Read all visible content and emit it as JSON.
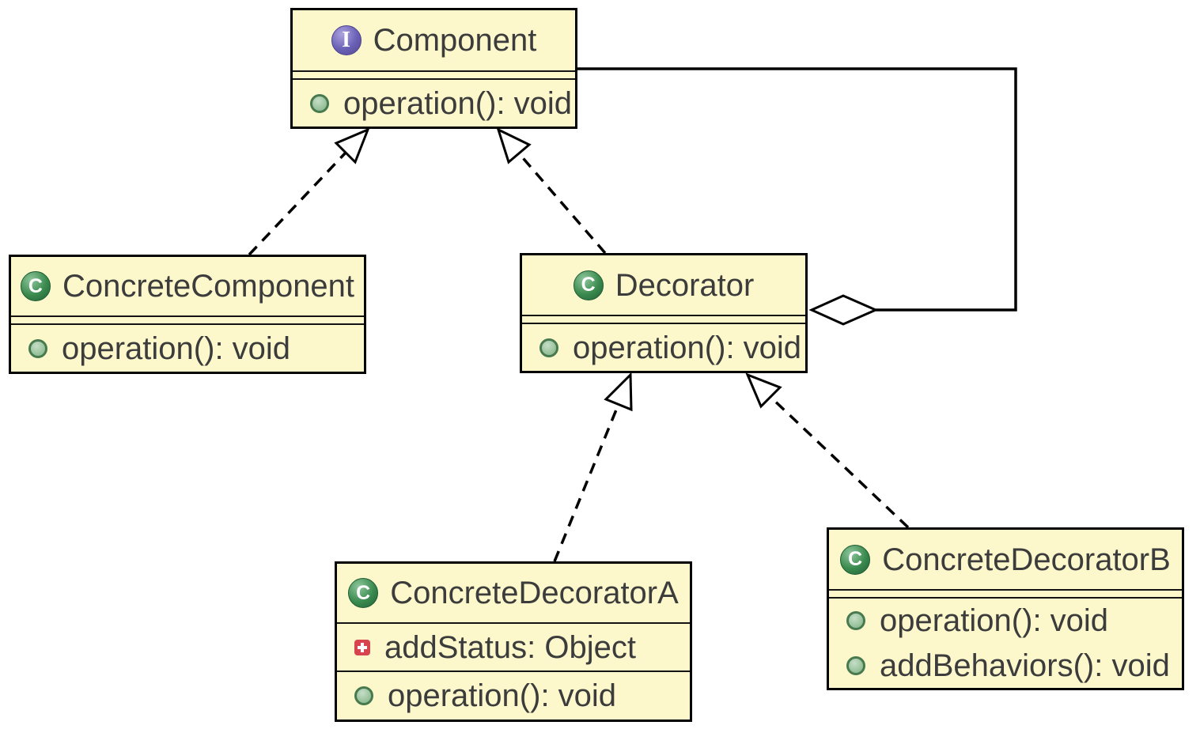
{
  "colors": {
    "box_fill": "#FCF8CB",
    "box_border": "#000000",
    "text": "#3C3C3C",
    "interface_icon": "#6A60B5",
    "class_icon": "#3A8A4E",
    "public_method_icon_fill": "#A9CDAB",
    "public_method_icon_border": "#48794F",
    "field_icon": "#D7444E",
    "relation_line": "#000000"
  },
  "classes": {
    "component": {
      "name": "Component",
      "stereotype": "interface",
      "icon_letter": "I",
      "fields": [],
      "methods": [
        {
          "visibility": "public",
          "text": "operation(): void"
        }
      ]
    },
    "concrete_component": {
      "name": "ConcreteComponent",
      "stereotype": "class",
      "icon_letter": "C",
      "fields": [],
      "methods": [
        {
          "visibility": "public",
          "text": "operation(): void"
        }
      ]
    },
    "decorator": {
      "name": "Decorator",
      "stereotype": "class",
      "icon_letter": "C",
      "fields": [],
      "methods": [
        {
          "visibility": "public",
          "text": "operation(): void"
        }
      ]
    },
    "concrete_decorator_a": {
      "name": "ConcreteDecoratorA",
      "stereotype": "class",
      "icon_letter": "C",
      "fields": [
        {
          "text": "addStatus: Object"
        }
      ],
      "methods": [
        {
          "visibility": "public",
          "text": "operation(): void"
        }
      ]
    },
    "concrete_decorator_b": {
      "name": "ConcreteDecoratorB",
      "stereotype": "class",
      "icon_letter": "C",
      "fields": [],
      "methods": [
        {
          "visibility": "public",
          "text": "operation(): void"
        },
        {
          "visibility": "public",
          "text": "addBehaviors(): void"
        }
      ]
    }
  },
  "relations": [
    {
      "type": "realization",
      "from": "ConcreteComponent",
      "to": "Component",
      "line": "dashed",
      "arrow": "hollow-triangle"
    },
    {
      "type": "realization",
      "from": "Decorator",
      "to": "Component",
      "line": "dashed",
      "arrow": "hollow-triangle"
    },
    {
      "type": "generalization",
      "from": "ConcreteDecoratorA",
      "to": "Decorator",
      "line": "dashed",
      "arrow": "hollow-triangle"
    },
    {
      "type": "generalization",
      "from": "ConcreteDecoratorB",
      "to": "Decorator",
      "line": "dashed",
      "arrow": "hollow-triangle"
    },
    {
      "type": "aggregation",
      "from": "Decorator",
      "to": "Component",
      "line": "solid",
      "arrow": "hollow-diamond"
    }
  ]
}
